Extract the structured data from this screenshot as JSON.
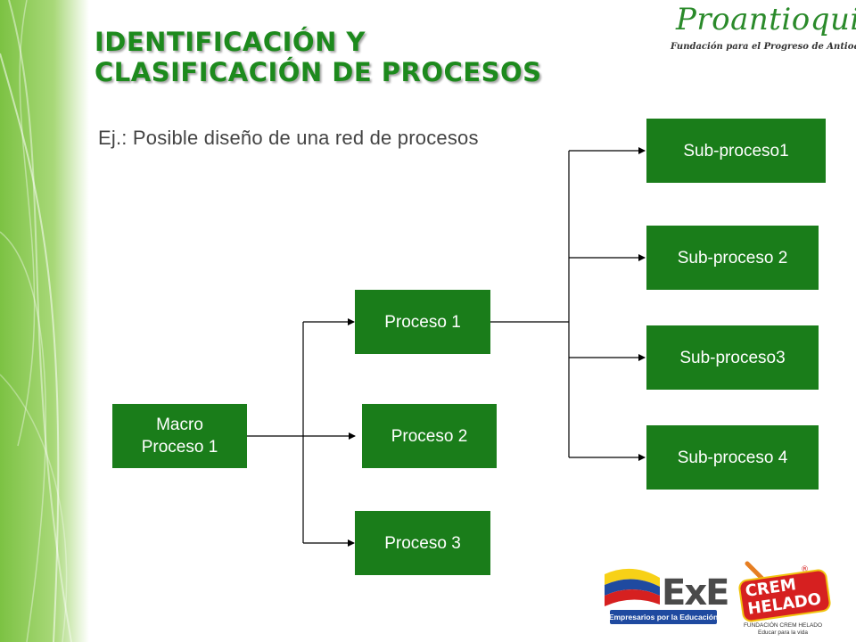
{
  "title": {
    "line1": "IDENTIFICACIÓN Y",
    "line2": "CLASIFICACIÓN DE PROCESOS"
  },
  "subtitle": "Ej.: Posible diseño de una red de procesos",
  "logos": {
    "proantioquia": {
      "name": "Proantioquia",
      "tagline": "Fundación para el Progreso de Antioquia"
    },
    "exe": {
      "mark": "ExE",
      "banner": "Empresarios por la Educación"
    },
    "crem_helado": {
      "mark": "CREM HELADO",
      "caption_1": "FUNDACIÓN CREM HELADO",
      "caption_2": "Educar para la vida"
    }
  },
  "nodes": {
    "macro": "Macro\nProceso 1",
    "proceso_1": "Proceso 1",
    "proceso_2": "Proceso 2",
    "proceso_3": "Proceso 3",
    "sub_1": "Sub-proceso1",
    "sub_2": "Sub-proceso 2",
    "sub_3": "Sub-proceso3",
    "sub_4": "Sub-proceso 4"
  },
  "colors": {
    "node_fill": "#1a7d1a",
    "node_text": "#ffffff",
    "title": "#1d8a1d",
    "connector": "#000000"
  }
}
